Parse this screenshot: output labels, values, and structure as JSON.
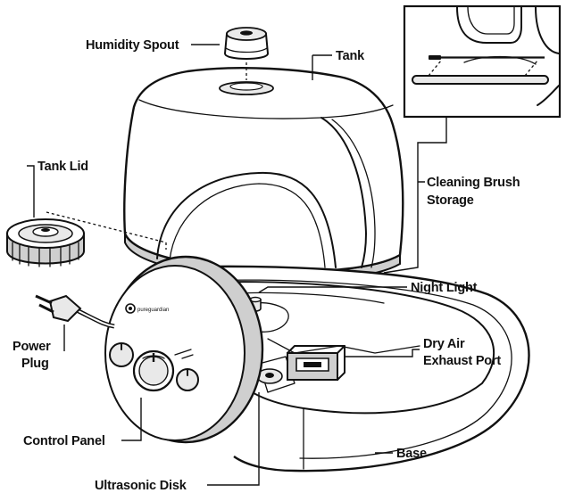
{
  "labels": {
    "humidity_spout": "Humidity Spout",
    "tank": "Tank",
    "tank_lid": "Tank Lid",
    "cleaning_brush_1": "Cleaning Brush",
    "cleaning_brush_2": "Storage",
    "night_light": "Night Light",
    "power_plug_1": "Power",
    "power_plug_2": "Plug",
    "dry_air_1": "Dry Air",
    "dry_air_2": "Exhaust Port",
    "control_panel": "Control Panel",
    "base": "Base",
    "ultrasonic_disk": "Ultrasonic Disk"
  },
  "brand_text": "pureguardian",
  "colors": {
    "ink": "#111111",
    "paper": "#ffffff",
    "shade": "#e9e9e9"
  }
}
